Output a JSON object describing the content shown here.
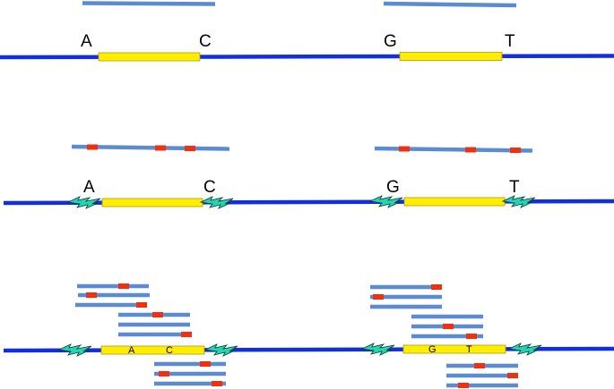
{
  "panels": {
    "top": {
      "left": {
        "start_base": "A",
        "end_base": "C"
      },
      "right": {
        "start_base": "G",
        "end_base": "T"
      }
    },
    "middle": {
      "left": {
        "start_base": "A",
        "end_base": "C"
      },
      "right": {
        "start_base": "G",
        "end_base": "T"
      }
    },
    "bottom": {
      "left": {
        "start_base": "A",
        "end_base": "C"
      },
      "right": {
        "start_base": "G",
        "end_base": "T"
      }
    }
  },
  "colors": {
    "genome_line": "#1030e0",
    "target_region": "#ffee00",
    "target_outline": "#b89a00",
    "read": "#5b8bd0",
    "mismatch": "#f03010",
    "lightning": "#22d6b0",
    "lightning_outline": "#0a3a3a"
  },
  "icons": {
    "breakpoint": "lightning-bolt-icon"
  }
}
